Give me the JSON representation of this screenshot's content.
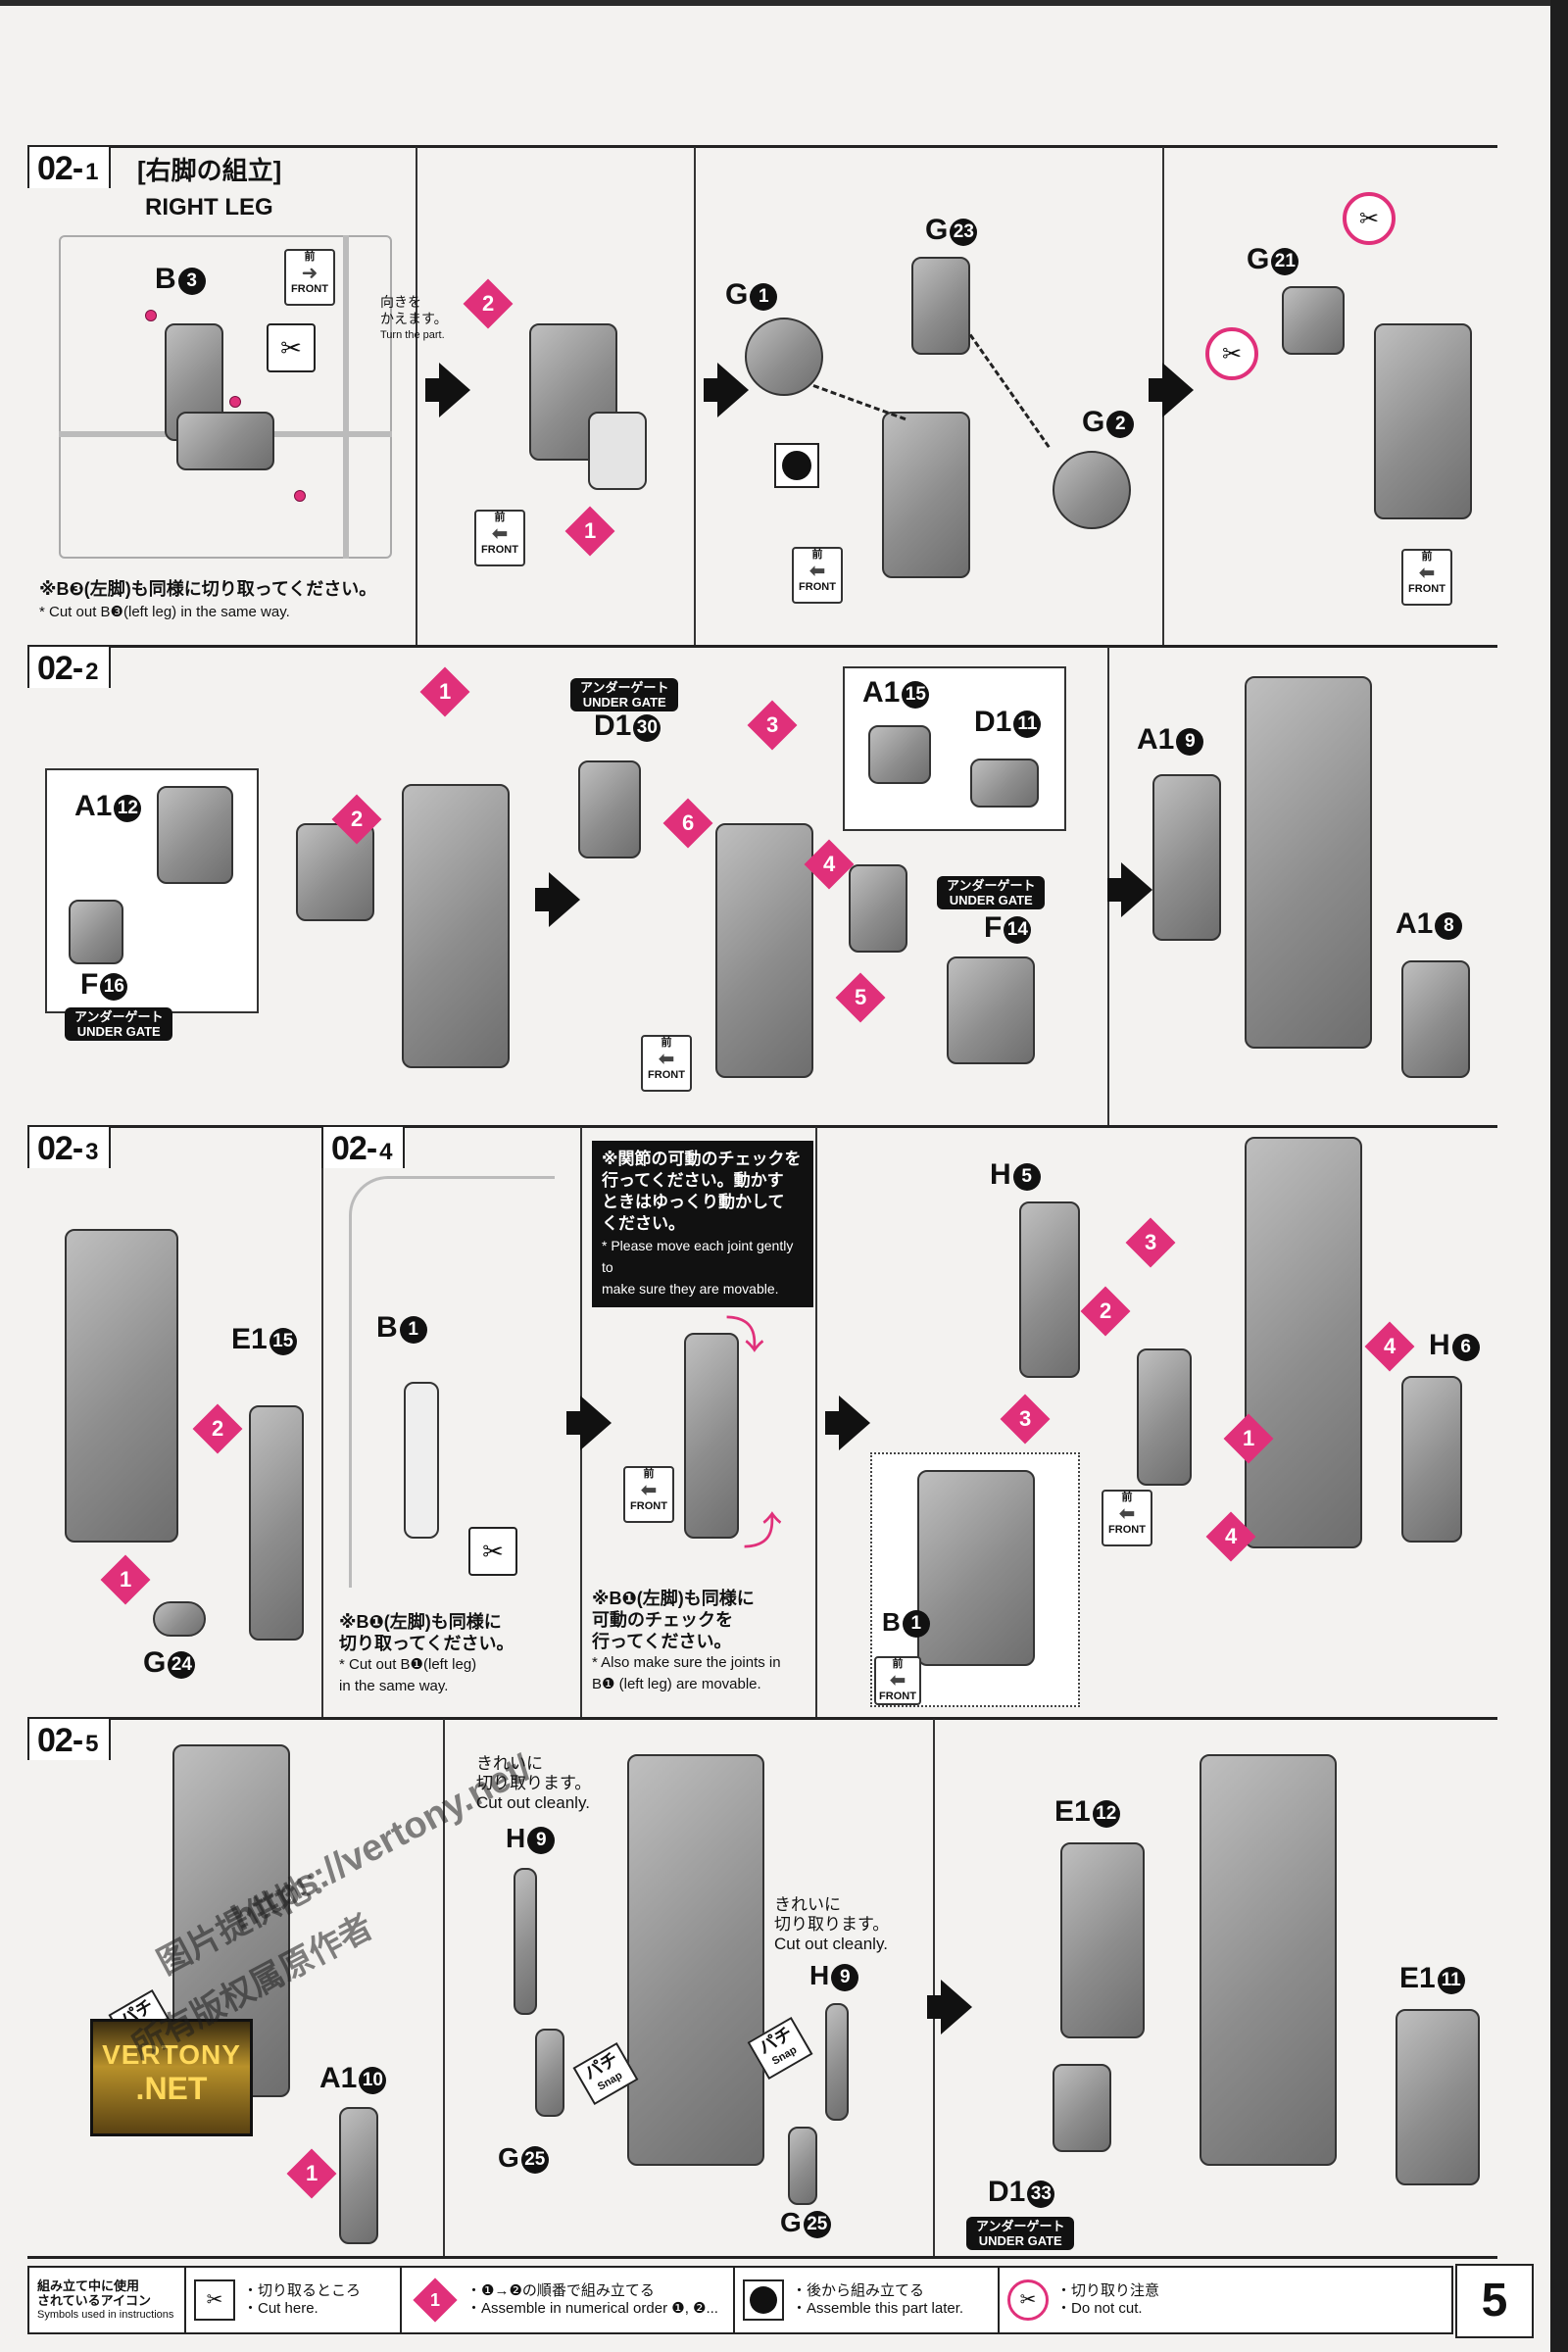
{
  "page_number": "5",
  "steps": {
    "s1": {
      "badge": "02",
      "sub": "1",
      "title_jp": "[右脚の組立]",
      "title_en": "RIGHT LEG"
    },
    "s2": {
      "badge": "02",
      "sub": "2"
    },
    "s3": {
      "badge": "02",
      "sub": "3"
    },
    "s4": {
      "badge": "02",
      "sub": "4"
    },
    "s5": {
      "badge": "02",
      "sub": "5"
    }
  },
  "labels": {
    "b3": "B",
    "b3n": "3",
    "g1": "G",
    "g1n": "1",
    "g23": "G",
    "g23n": "23",
    "g2": "G",
    "g2n": "2",
    "g21": "G",
    "g21n": "21",
    "a112": "A1",
    "a112n": "12",
    "f16": "F",
    "f16n": "16",
    "d130": "D1",
    "d130n": "30",
    "a115": "A1",
    "a115n": "15",
    "d111": "D1",
    "d111n": "11",
    "f14": "F",
    "f14n": "14",
    "a19": "A1",
    "a19n": "9",
    "a18": "A1",
    "a18n": "8",
    "e115": "E1",
    "e115n": "15",
    "g24": "G",
    "g24n": "24",
    "b1": "B",
    "b1n": "1",
    "h5": "H",
    "h5n": "5",
    "h6": "H",
    "h6n": "6",
    "b1b": "B",
    "b1bn": "1",
    "h9a": "H",
    "h9an": "9",
    "h9b": "H",
    "h9bn": "9",
    "g25a": "G",
    "g25an": "25",
    "g25b": "G",
    "g25bn": "25",
    "a110": "A1",
    "a110n": "10",
    "e112": "E1",
    "e112n": "12",
    "e111": "E1",
    "e111n": "11",
    "d133": "D1",
    "d133n": "33"
  },
  "notes": {
    "turn_jp1": "向きを",
    "turn_jp2": "かえます。",
    "turn_en": "Turn the part.",
    "b3_jp": "※B❸(左脚)も同様に切り取ってください。",
    "b3_en": "* Cut out B❸(left leg) in the same way.",
    "b1_jp1": "※B❶(左脚)も同様に",
    "b1_jp2": "切り取ってください。",
    "b1_en1": "* Cut out B❶(left leg)",
    "b1_en2": "in the same way.",
    "joint_jp1": "※関節の可動のチェックを",
    "joint_jp2": "行ってください。動かす",
    "joint_jp3": "ときはゆっくり動かして",
    "joint_jp4": "ください。",
    "joint_en1": "* Please move each joint gently to",
    "joint_en2": "make sure they are movable.",
    "b1move_jp1": "※B❶(左脚)も同様に",
    "b1move_jp2": "可動のチェックを",
    "b1move_jp3": "行ってください。",
    "b1move_en1": "* Also make sure the joints in",
    "b1move_en2": "B❶ (left leg) are movable.",
    "clean1_jp1": "きれいに",
    "clean1_jp2": "切り取ります。",
    "clean1_en": "Cut out cleanly.",
    "clean2_jp1": "きれいに",
    "clean2_jp2": "切り取ります。",
    "clean2_en": "Cut out cleanly."
  },
  "gate": {
    "jp": "アンダーゲート",
    "en": "UNDER GATE"
  },
  "front": {
    "jp": "前",
    "en": "FRONT"
  },
  "snap": {
    "jp": "パチ",
    "en": "Snap"
  },
  "step_numbers": [
    "1",
    "2",
    "3",
    "4",
    "5",
    "6"
  ],
  "watermark": {
    "url": "https://vertony.net/",
    "cn1": "图片提供地：",
    "cn2": "所有版权属原作者"
  },
  "logo": {
    "line1": "VERTONY",
    "line2": ".NET"
  },
  "legend": {
    "title_jp1": "組み立て中に使用",
    "title_jp2": "されているアイコン",
    "title_en": "Symbols used in instructions",
    "cut_jp": "・切り取るところ",
    "cut_en": "・Cut here.",
    "order_jp": "・❶→❷の順番で組み立てる",
    "order_en": "・Assemble in numerical order ❶, ❷...",
    "later_jp": "・後から組み立てる",
    "later_en": "・Assemble this part later.",
    "nocut_jp": "・切り取り注意",
    "nocut_en": "・Do not cut."
  },
  "colors": {
    "accent": "#e0307a",
    "ink": "#111111",
    "paper": "#f3f2f0"
  }
}
